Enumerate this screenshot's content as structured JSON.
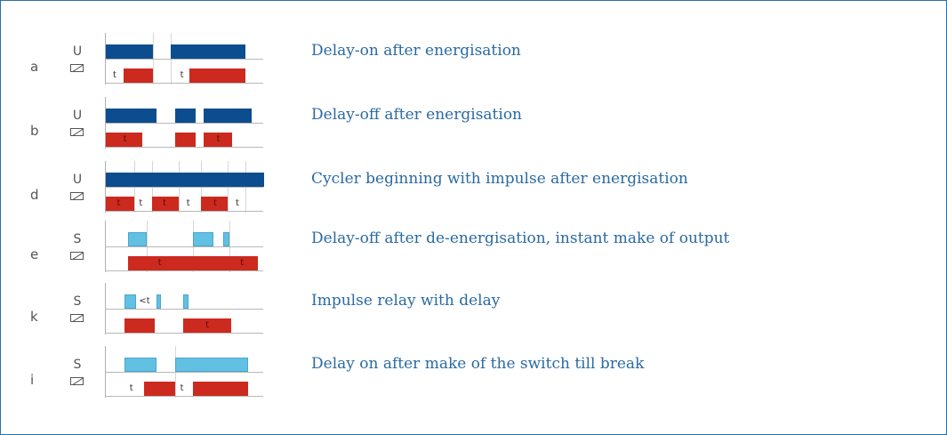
{
  "rows": [
    {
      "letter": "a",
      "symbol": "U",
      "input": "supply",
      "description": "Delay-on after energisation",
      "top_bars": [
        [
          0,
          0.3
        ],
        [
          0.41,
          0.88
        ]
      ],
      "bottom_bars": [
        [
          0.11,
          0.3
        ],
        [
          0.53,
          0.88
        ]
      ],
      "labels": [
        {
          "text": "t",
          "pos": 0.045
        },
        {
          "text": "t",
          "pos": 0.47
        }
      ],
      "ticks": [
        0.3,
        0.41
      ]
    },
    {
      "letter": "b",
      "symbol": "U",
      "input": "supply",
      "description": "Delay-off after energisation",
      "top_bars": [
        [
          0,
          0.32
        ],
        [
          0.44,
          0.57
        ],
        [
          0.62,
          0.92
        ]
      ],
      "bottom_bars": [
        [
          0,
          0.23
        ],
        [
          0.44,
          0.57
        ],
        [
          0.62,
          0.8
        ]
      ],
      "labels": [
        {
          "text": "t",
          "pos": 0.11
        },
        {
          "text": "t",
          "pos": 0.7
        }
      ],
      "ticks": []
    },
    {
      "letter": "d",
      "symbol": "U",
      "input": "supply",
      "description": "Cycler beginning with impulse after energisation",
      "top_bars": [
        [
          0,
          1.0
        ]
      ],
      "bottom_bars": [
        [
          0,
          0.18
        ],
        [
          0.29,
          0.46
        ],
        [
          0.6,
          0.77
        ]
      ],
      "labels": [
        {
          "text": "t",
          "pos": 0.07
        },
        {
          "text": "t",
          "pos": 0.21
        },
        {
          "text": "t",
          "pos": 0.36
        },
        {
          "text": "t",
          "pos": 0.51
        },
        {
          "text": "t",
          "pos": 0.68
        },
        {
          "text": "t",
          "pos": 0.82
        }
      ],
      "ticks": [
        0.18,
        0.29,
        0.46,
        0.6,
        0.77,
        0.88
      ]
    },
    {
      "letter": "e",
      "symbol": "S",
      "input": "switch",
      "description": "Delay-off after de-energisation, instant make of output",
      "top_bars": [
        [
          0.14,
          0.26
        ],
        [
          0.55,
          0.68
        ],
        [
          0.74,
          0.78
        ]
      ],
      "bottom_bars": [
        [
          0.14,
          0.56
        ],
        [
          0.55,
          0.96
        ]
      ],
      "labels": [
        {
          "text": "t",
          "pos": 0.33
        },
        {
          "text": "t",
          "pos": 0.85
        }
      ],
      "ticks": [
        0.26,
        0.55,
        0.78
      ]
    },
    {
      "letter": "k",
      "symbol": "S",
      "input": "switch",
      "description": "Impulse relay with delay",
      "top_bars": [
        [
          0.12,
          0.19
        ],
        [
          0.32,
          0.35
        ],
        [
          0.49,
          0.52
        ]
      ],
      "bottom_bars": [
        [
          0.12,
          0.31
        ],
        [
          0.49,
          0.79
        ]
      ],
      "labels": [
        {
          "text": "<t",
          "pos": 0.21
        },
        {
          "text": "t",
          "pos": 0.63
        }
      ],
      "ticks": []
    },
    {
      "letter": "i",
      "symbol": "S",
      "input": "switch",
      "description": "Delay on after make of the switch till break",
      "top_bars": [
        [
          0.12,
          0.32
        ],
        [
          0.44,
          0.9
        ]
      ],
      "bottom_bars": [
        [
          0.24,
          0.44
        ],
        [
          0.55,
          0.9
        ]
      ],
      "labels": [
        {
          "text": "t",
          "pos": 0.15
        },
        {
          "text": "t",
          "pos": 0.47
        }
      ],
      "ticks": [
        0.44
      ]
    }
  ],
  "colors": {
    "supply": "#0c4d8f",
    "switch": "#62c0e2",
    "output": "#cc2a1e",
    "description_text": "#2a6aa1",
    "frame_border": "#2e6fa3"
  },
  "icons": {
    "relay": "relay-coil-icon"
  }
}
